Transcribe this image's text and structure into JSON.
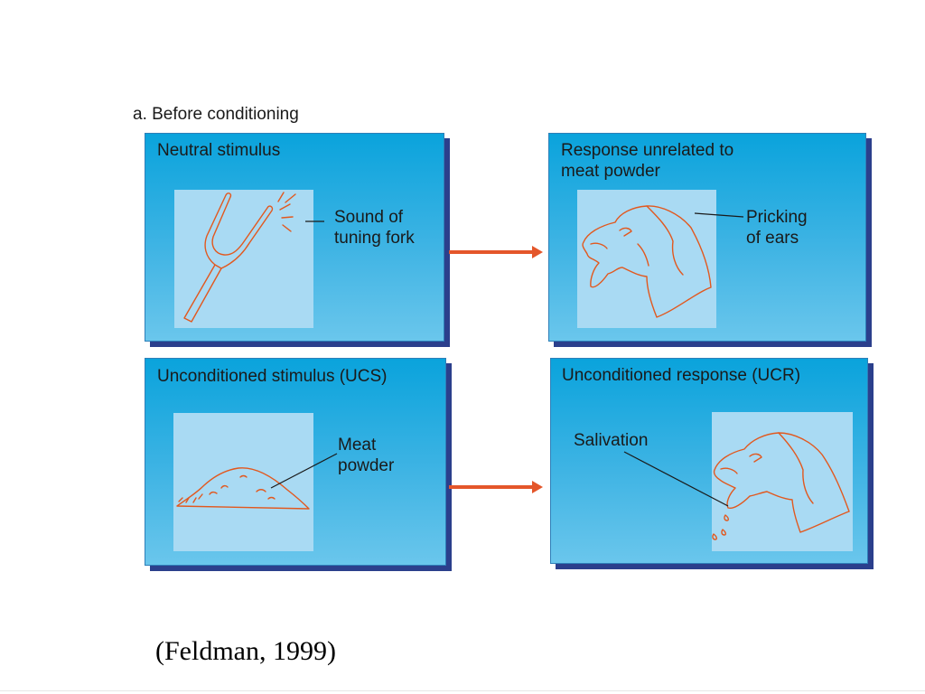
{
  "heading": "a. Before conditioning",
  "panels": {
    "neutral": {
      "title": "Neutral stimulus",
      "label": "Sound of\ntuning fork"
    },
    "unrelated": {
      "title": "Response unrelated to\nmeat powder",
      "label": "Pricking\nof ears"
    },
    "ucs": {
      "title": "Unconditioned stimulus (UCS)",
      "label": "Meat\npowder"
    },
    "ucr": {
      "title": "Unconditioned response (UCR)",
      "label": "Salivation"
    }
  },
  "citation": "(Feldman, 1999)",
  "colors": {
    "panel_top": "#0aa3dc",
    "panel_bottom": "#6ac6ec",
    "panel_shadow": "#2b3f8c",
    "inset": "#a9daf3",
    "line_art": "#e2581e",
    "arrow": "#e4562a"
  }
}
